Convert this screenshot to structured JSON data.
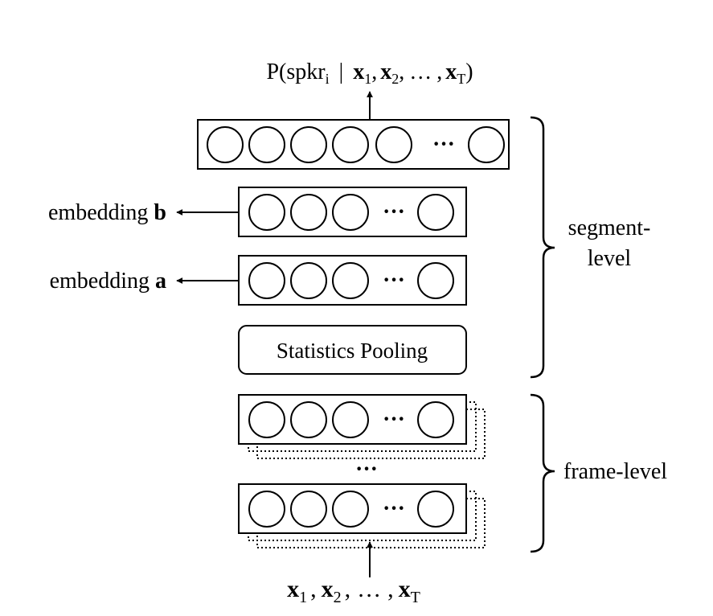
{
  "output": {
    "prefix": "P(spkr",
    "spkr_sub": "i",
    "separator": "|",
    "x": "x",
    "sub1": "1",
    "sub2": "2",
    "subT": "T",
    "comma": ",",
    "ellipsis": "…",
    "close": ")"
  },
  "input": {
    "x": "x",
    "sub1": "1",
    "sub2": "2",
    "subT": "T",
    "comma": ",",
    "ellipsis": "…"
  },
  "layers": {
    "ellipsis": "···",
    "between_frame_ellipsis": "···"
  },
  "embeddings": {
    "b_prefix": "embedding",
    "b_letter": "b",
    "a_prefix": "embedding",
    "a_letter": "a"
  },
  "pooling": {
    "label": "Statistics Pooling"
  },
  "groups": {
    "segment_line1": "segment-",
    "segment_line2": "level",
    "frame": "frame-level"
  },
  "colors": {
    "stroke": "#000000",
    "background": "#ffffff"
  }
}
